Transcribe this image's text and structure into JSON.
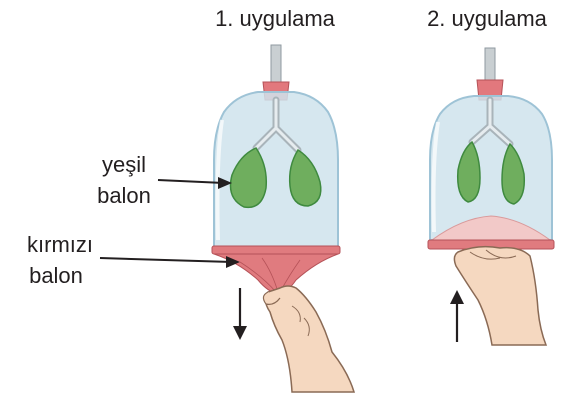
{
  "labels": {
    "application1": "1. uygulama",
    "application2": "2. uygulama",
    "green_balloon_line1": "yeşil",
    "green_balloon_line2": "balon",
    "red_balloon_line1": "kırmızı",
    "red_balloon_line2": "balon"
  },
  "colors": {
    "jar_fill": "#cfe3ec",
    "jar_edge": "#9ec3d6",
    "tube": "#c9cfd2",
    "stopper": "#e2787d",
    "green_balloon": "#6fae5e",
    "green_balloon_dark": "#3f8a3f",
    "membrane": "#e07b7f",
    "skin": "#f5d8c0",
    "skin_edge": "#8a6a55",
    "ink": "#231f20"
  },
  "icons": {
    "arrow_down": "down-arrow-icon",
    "arrow_up": "up-arrow-icon"
  }
}
